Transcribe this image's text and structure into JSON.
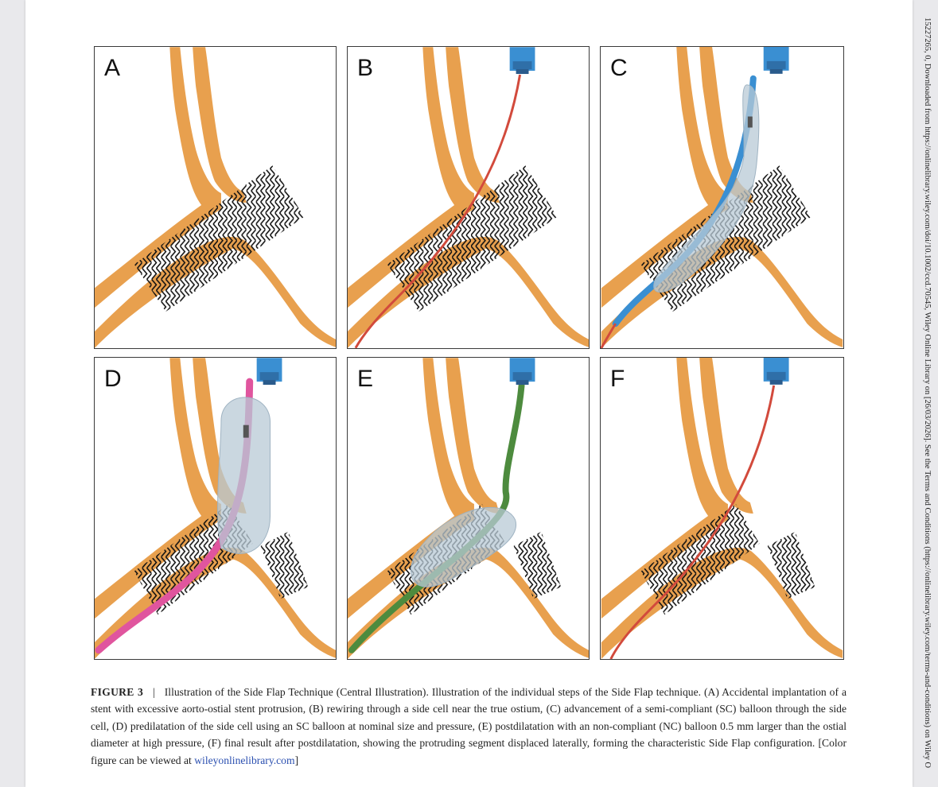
{
  "panels": [
    {
      "letter": "A"
    },
    {
      "letter": "B"
    },
    {
      "letter": "C"
    },
    {
      "letter": "D"
    },
    {
      "letter": "E"
    },
    {
      "letter": "F"
    }
  ],
  "caption": {
    "label": "FIGURE 3",
    "separator": "|",
    "text": "Illustration of the Side Flap Technique (Central Illustration). Illustration of the individual steps of the Side Flap technique. (A) Accidental implantation of a stent with excessive aorto-ostial stent protrusion, (B) rewiring through a side cell near the true ostium, (C) advancement of a semi-compliant (SC) balloon through the side cell, (D) predilatation of the side cell using an SC balloon at nominal size and pressure, (E) postdilatation with an non-compliant (NC) balloon 0.5 mm larger than the ostial diameter at high pressure, (F) final result after postdilatation, showing the protruding segment displaced laterally, forming the characteristic Side Flap configuration. [Color figure can be viewed at",
    "link": "wileyonlinelibrary.com",
    "closing": "]"
  },
  "side_note": "15227265, 0, Downloaded from https://onlinelibrary.wiley.com/doi/10.1002/ccd.70545, Wiley Online Library on [26/03/2026]. See the Terms and Conditions (https://onlinelibrary.wiley.com/terms-and-conditions) on Wiley O",
  "colors": {
    "vessel": "#e8a04e",
    "wire_red": "#d24a3c",
    "catheter_blue": "#3a8fd2",
    "balloon_gray": "#b8c9d6",
    "shaft_pink": "#e0559e",
    "shaft_green": "#4d8b3e"
  }
}
